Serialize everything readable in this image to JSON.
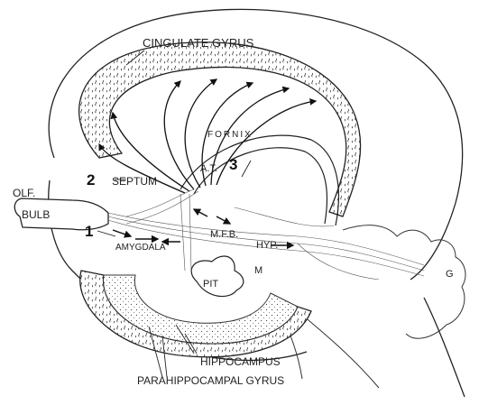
{
  "labels": {
    "cingulate_gyrus": "CINGULATE GYRUS",
    "fornix": "FORNIX",
    "at": "A.T.",
    "septum": "SEPTUM",
    "olf": "OLF.",
    "bulb": "BULB",
    "mfb": "M.F.B.",
    "hyp": "HYP.",
    "amygdala": "AMYGDALA",
    "m": "M",
    "pit": "PIT",
    "g": "G",
    "hippocampus": "HIPPOCAMPUS",
    "parahippocampal_gyrus": "PARAHIPPOCAMPAL GYRUS"
  },
  "markers": {
    "one": "1",
    "two": "2",
    "three": "3"
  }
}
